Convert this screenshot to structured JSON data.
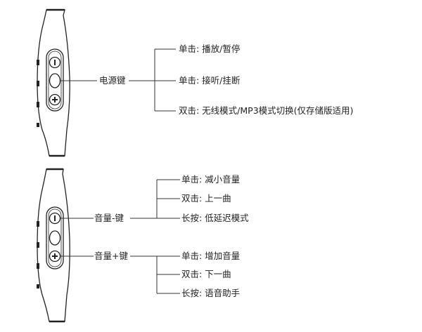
{
  "panel_top": {
    "button_label": "电源键",
    "button_icons": [
      "minus-icon",
      "dot-icon",
      "plus-icon"
    ],
    "actions": [
      "单击: 播放/暂停",
      "单击: 接听/挂断",
      "双击: 无线模式/MP3模式切换(仅存储版适用)"
    ]
  },
  "panel_bottom": {
    "volume_down": {
      "button_label": "音量-键",
      "actions": [
        "单击: 减小音量",
        "双击: 上一曲",
        "长按: 低延迟模式"
      ]
    },
    "volume_up": {
      "button_label": "音量+键",
      "actions": [
        "单击: 增加音量",
        "双击: 下一曲",
        "长按: 语音助手"
      ]
    }
  }
}
